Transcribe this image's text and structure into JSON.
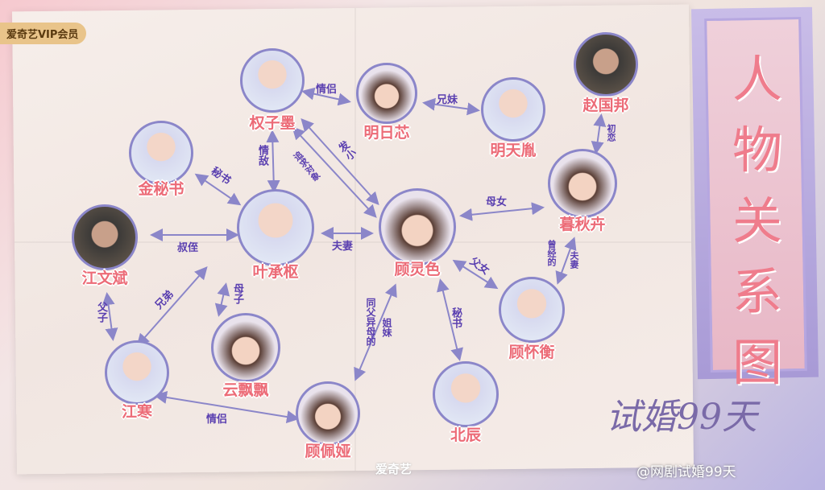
{
  "badge": "爱奇艺VIP会员",
  "title": "人物关系图",
  "show_logo": "试婚99天",
  "platform": "爱奇艺",
  "weibo_account": "@网剧试婚99天",
  "colors": {
    "name": "#ec6b77",
    "relation": "#5a3fb0",
    "line": "#8b86c9"
  },
  "characters": {
    "quan": "权子墨",
    "mingrixin": "明日芯",
    "mingtianyin": "明天胤",
    "zhao": "赵国邦",
    "jin": "金秘书",
    "mu": "暮秋卉",
    "ye": "叶承枢",
    "gu": "顾灵色",
    "jiangwenbin": "江文斌",
    "guhuaiheng": "顾怀衡",
    "yun": "云飘飘",
    "jianghan": "江寒",
    "gupeiya": "顾佩娅",
    "beichen": "北辰"
  },
  "relations": {
    "quan_mingrixin": "情侣",
    "mingrixin_mingtianyin": "兄妹",
    "zhao_mu": "初恋",
    "quan_ye": "情敌",
    "jin_ye": "秘书",
    "quan_gu_a": "追求对象",
    "quan_gu_b": "发小",
    "gu_mu": "母女",
    "jiang_ye": "叔侄",
    "ye_gu": "夫妻",
    "gu_guhuaiheng": "父女",
    "mu_guhuaiheng_a": "曾经的",
    "mu_guhuaiheng_b": "夫妻",
    "jiangwenbin_jianghan": "父子",
    "jianghan_ye": "兄弟",
    "ye_yun": "母子",
    "gu_gupeiya_a": "同父异母的",
    "gu_gupeiya_b": "姐妹",
    "beichen_gu": "秘书",
    "jianghan_gupeiya": "情侣"
  }
}
